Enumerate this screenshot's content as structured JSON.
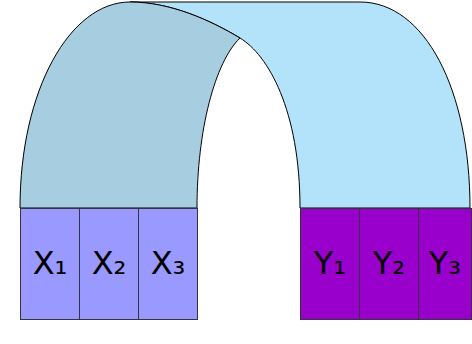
{
  "diagram": {
    "nodes": [
      {
        "text": [
          "X₁"
        ]
      },
      {
        "text": [
          "X₂"
        ]
      },
      {
        "text": [
          "X₃"
        ]
      },
      {
        "text": [
          "Y₁"
        ]
      },
      {
        "text": [
          "Y₂"
        ]
      },
      {
        "text": [
          "Y₃"
        ]
      }
    ]
  }
}
